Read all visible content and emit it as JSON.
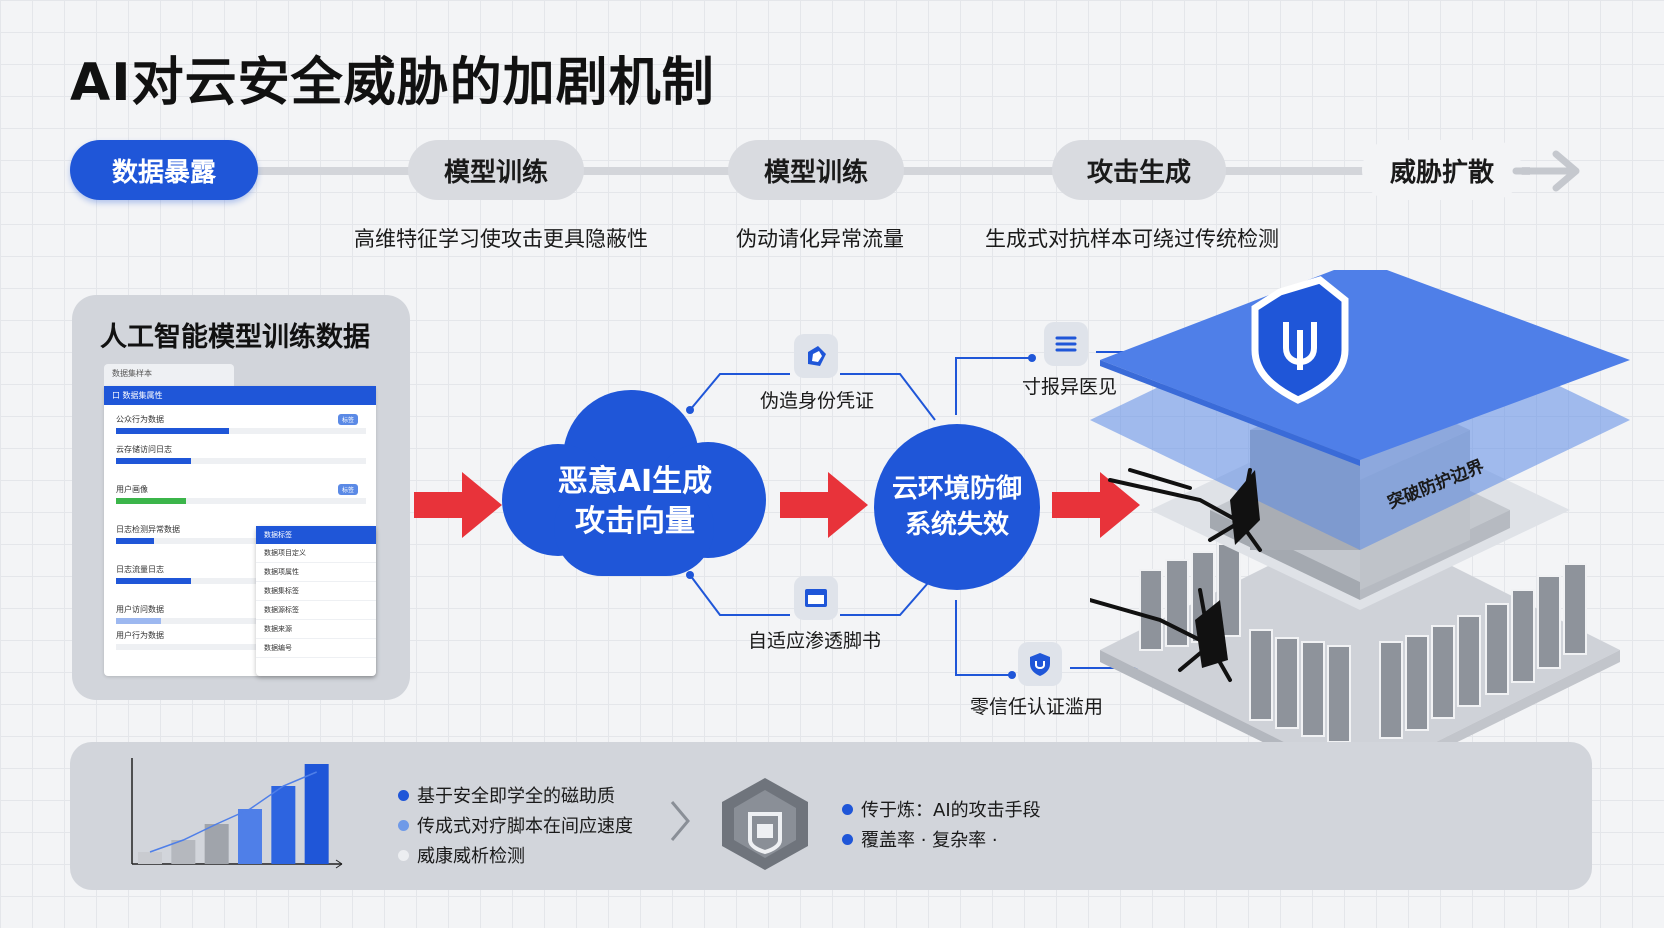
{
  "title": "AI对云安全威胁的加剧机制",
  "stages": [
    {
      "label": "数据暴露"
    },
    {
      "label": "模型训练",
      "desc": "高维特征学习使攻击更具隐蔽性"
    },
    {
      "label": "模型训练",
      "desc": "伪动请化异常流量"
    },
    {
      "label": "攻击生成",
      "desc": "生成式对抗样本可绕过传统检测"
    },
    {
      "label": "威胁扩散"
    }
  ],
  "left_panel": {
    "title": "人工智能模型训练数据",
    "doc_tab": "数据集样本",
    "doc_header": "口 数据集属性",
    "rows": [
      {
        "label": "公众行为数据",
        "chip": "标签",
        "fill": 0.45,
        "color": "#1f56d8"
      },
      {
        "label": "云存储访问日志",
        "fill": 0.3,
        "color": "#1f56d8"
      },
      {
        "label": "用户画像",
        "chip": "标签",
        "fill": 0.28,
        "color": "#3bb54a"
      },
      {
        "label": "日志检测异常数据",
        "fill": 0.15,
        "color": "#1f56d8"
      },
      {
        "label": "日志流量日志",
        "fill": 0.3,
        "color": "#1f56d8"
      },
      {
        "label": "用户访问数据",
        "fill": 0.18,
        "color": "#9db8f0"
      },
      {
        "label": "用户行为数据",
        "fill": 0.0,
        "color": "#1f56d8"
      }
    ],
    "popup_header": "数据标签",
    "popup_rows": [
      "数据项目定义",
      "数据项属性",
      "数据集标签",
      "数据源标签",
      "数据来源",
      "数据编号"
    ]
  },
  "center": {
    "cloud_lines": [
      "恶意AI生成",
      "攻击向量"
    ],
    "defense_lines": [
      "云环境防御",
      "系统失效"
    ],
    "top_label": "伪造身份凭证",
    "bottom_label": "自适应渗透脚书",
    "right_top_label": "寸报异医见",
    "right_bottom_label": "零信任认证滥用"
  },
  "server": {
    "caption": "突破防护边界"
  },
  "bottom_panel": {
    "bullets_left": [
      {
        "text": "基于安全即学全的磁助质",
        "color": "#1f56d8"
      },
      {
        "text": "传成式对疗脚本在间应速度",
        "color": "#6f9ae8"
      },
      {
        "text": "威康威析检测",
        "color": "#eceef1"
      }
    ],
    "bullets_right": [
      {
        "text": "传于炼：AI的攻击手段",
        "color": "#1f56d8"
      },
      {
        "text": "覆盖率 · 复杂率 ·",
        "color": "#1f56d8"
      }
    ],
    "chart": {
      "y_ticks": [
        "",
        "",
        "",
        ""
      ],
      "x_ticks": [
        "",
        "",
        "",
        "",
        "",
        ""
      ]
    }
  },
  "chart_data": {
    "type": "bar",
    "categories": [
      "",
      "",
      "",
      "",
      "",
      ""
    ],
    "values": [
      12,
      24,
      40,
      55,
      78,
      100
    ],
    "line_overlay": [
      12,
      24,
      40,
      55,
      78,
      92
    ],
    "title": "",
    "xlabel": "",
    "ylabel": "",
    "ylim": [
      0,
      100
    ],
    "colors": [
      "#c9cbd0",
      "#b5b8be",
      "#a0a4ab",
      "#4f7fe8",
      "#2d64e0",
      "#1f56d8"
    ]
  },
  "colors": {
    "accent": "#1f56d8",
    "arrow": "#e8333a",
    "panel": "#d2d5db"
  }
}
